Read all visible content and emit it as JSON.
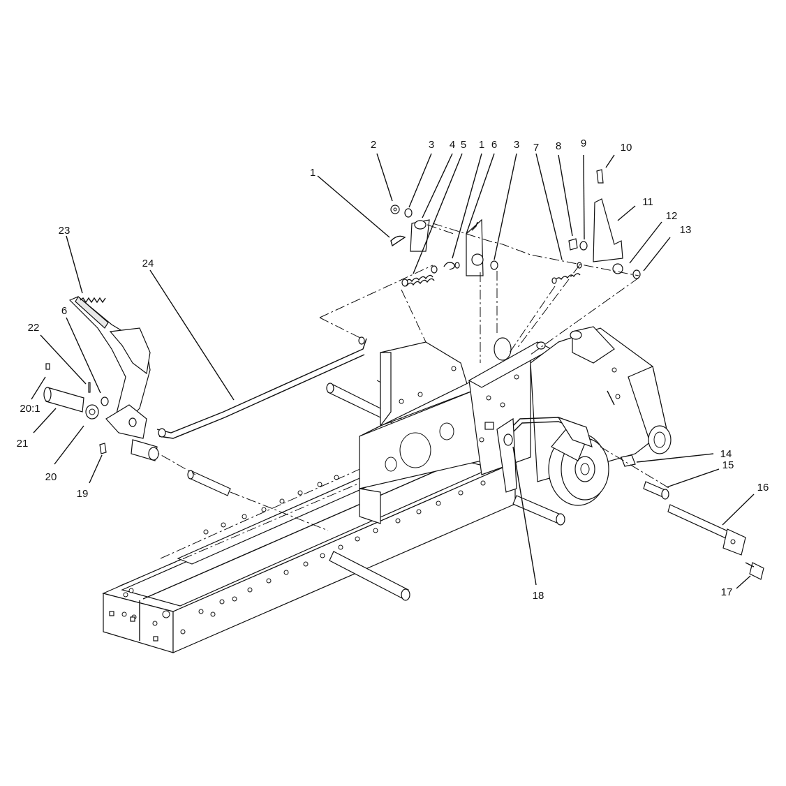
{
  "callouts": [
    {
      "id": "c1a",
      "label": "1"
    },
    {
      "id": "c2",
      "label": "2"
    },
    {
      "id": "c3a",
      "label": "3"
    },
    {
      "id": "c4",
      "label": "4"
    },
    {
      "id": "c5",
      "label": "5"
    },
    {
      "id": "c1b",
      "label": "1"
    },
    {
      "id": "c6a",
      "label": "6"
    },
    {
      "id": "c3b",
      "label": "3"
    },
    {
      "id": "c7",
      "label": "7"
    },
    {
      "id": "c8",
      "label": "8"
    },
    {
      "id": "c9",
      "label": "9"
    },
    {
      "id": "c10",
      "label": "10"
    },
    {
      "id": "c11",
      "label": "11"
    },
    {
      "id": "c12",
      "label": "12"
    },
    {
      "id": "c13",
      "label": "13"
    },
    {
      "id": "c23",
      "label": "23"
    },
    {
      "id": "c24",
      "label": "24"
    },
    {
      "id": "c22",
      "label": "22"
    },
    {
      "id": "c6b",
      "label": "6"
    },
    {
      "id": "c20_1",
      "label": "20:1"
    },
    {
      "id": "c21",
      "label": "21"
    },
    {
      "id": "c20",
      "label": "20"
    },
    {
      "id": "c19",
      "label": "19"
    },
    {
      "id": "c14",
      "label": "14"
    },
    {
      "id": "c15",
      "label": "15"
    },
    {
      "id": "c16",
      "label": "16"
    },
    {
      "id": "c17",
      "label": "17"
    },
    {
      "id": "c18",
      "label": "18"
    }
  ]
}
